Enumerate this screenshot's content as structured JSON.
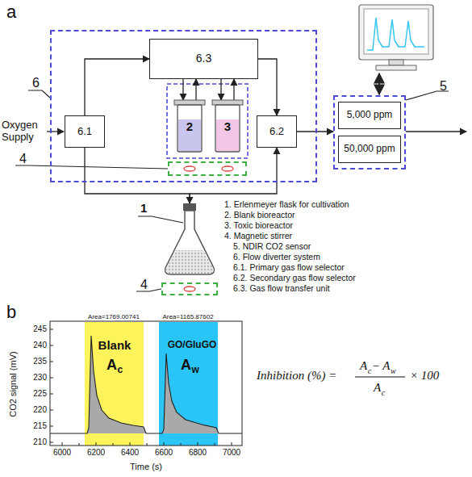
{
  "diagram": {
    "nodes": [
      {
        "text": [
          "6"
        ]
      },
      {
        "text": [
          "6.1"
        ],
        "in": 0
      },
      {
        "text": [
          "6.3"
        ],
        "in": 0
      },
      {
        "text": [
          "6.2"
        ],
        "in": 0
      },
      {
        "text": [
          "2"
        ],
        "in": 0
      },
      {
        "text": [
          "3"
        ],
        "in": 0
      },
      {
        "text": [
          "4"
        ]
      },
      {
        "text": [
          "1"
        ]
      },
      {
        "text": [
          "4"
        ]
      },
      {
        "text": [
          "5"
        ]
      },
      {
        "text": [
          "5,000 ppm"
        ],
        "in": 9
      },
      {
        "text": [
          "50,000 ppm"
        ],
        "in": 9
      }
    ],
    "edges": [
      {
        "from": 1,
        "to": 2,
        "arrow": "to"
      },
      {
        "from": 2,
        "to": 3,
        "arrow": "to"
      },
      {
        "from": 2,
        "to": 4,
        "arrow": "to"
      },
      {
        "from": 4,
        "to": 2,
        "arrow": "to"
      },
      {
        "from": 2,
        "to": 5,
        "arrow": "to"
      },
      {
        "from": 5,
        "to": 2,
        "arrow": "to"
      },
      {
        "from": 1,
        "to": 7,
        "arrow": "to"
      },
      {
        "from": 7,
        "to": 3,
        "arrow": "to"
      },
      {
        "from": 3,
        "to": 9,
        "arrow": "to"
      }
    ],
    "labels": [
      "a",
      "Oxygen Supply",
      "1. Erlenmeyer flask for cultivation",
      "2. Blank bioreactor",
      "3. Toxic bioreactor",
      "4. Magnetic stirrer",
      "5. NDIR CO2 sensor",
      "6. Flow diverter system",
      "6.1. Primary gas flow selector",
      "6.2. Secondary gas flow selector",
      "6.3. Gas flow transfer unit",
      "b",
      "Area=1769.00741",
      "Area=1165.87602",
      "Blank",
      "A",
      "c",
      "GO/GluGO",
      "A",
      "w",
      "245",
      "240",
      "235",
      "230",
      "225",
      "220",
      "215",
      "210",
      "6000",
      "6200",
      "6400",
      "6600",
      "6800",
      "7000",
      "CO2 signal (mV)",
      "Time (s)",
      "Inhibition (%) =",
      "A",
      "c",
      "− A",
      "w",
      "A",
      "c",
      "× 100"
    ]
  }
}
